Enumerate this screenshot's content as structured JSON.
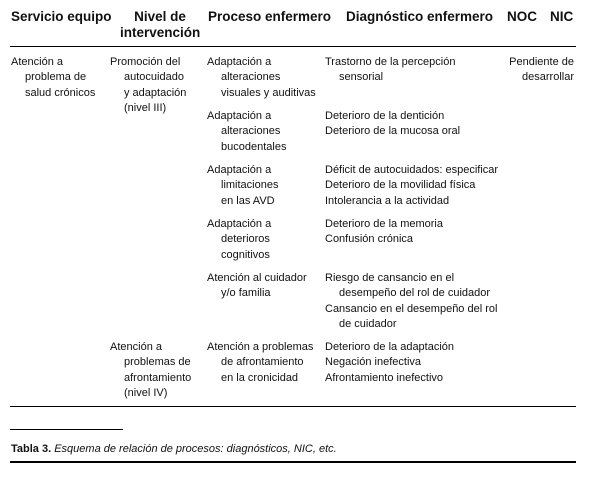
{
  "table": {
    "headers": {
      "servicio": "Servicio equipo",
      "nivel": [
        "Nivel de",
        "intervención"
      ],
      "proceso": "Proceso enfermero",
      "diagnostico": "Diagnóstico enfermero",
      "noc": "NOC",
      "nic": "NIC"
    },
    "servicio": [
      "Atención a",
      "problema de",
      "salud crónicos"
    ],
    "noc_nic": [
      "Pendiente de",
      "desarrollar"
    ],
    "nivel": [
      [
        "Promoción del",
        "autocuidado",
        "y adaptación",
        "(nivel III)"
      ],
      [
        "Atención a",
        "problemas de",
        "afrontamiento",
        "(nivel IV)"
      ]
    ],
    "proceso": [
      [
        "Adaptación a",
        "alteraciones",
        "visuales y auditivas"
      ],
      [
        "Adaptación a",
        "alteraciones",
        "bucodentales"
      ],
      [
        "Adaptación a",
        "limitaciones",
        "en las AVD"
      ],
      [
        "Adaptación a",
        "deterioros",
        "cognitivos"
      ],
      [
        "Atención al cuidador",
        "y/o familia"
      ],
      [
        "Atención a problemas",
        "de afrontamiento",
        "en la cronicidad"
      ]
    ],
    "diagnostico": [
      [
        [
          "Trastorno de la percepción",
          "sensorial"
        ]
      ],
      [
        [
          "Deterioro de la dentición"
        ],
        [
          "Deterioro de la mucosa oral"
        ]
      ],
      [
        [
          "Déficit de autocuidados: especificar"
        ],
        [
          "Deterioro de la movilidad física"
        ],
        [
          "Intolerancia a la actividad"
        ]
      ],
      [
        [
          "Deterioro de la memoria"
        ],
        [
          "Confusión crónica"
        ]
      ],
      [
        [
          "Riesgo de cansancio en el",
          "desempeño del rol de cuidador"
        ],
        [
          "Cansancio en el desempeño del rol",
          "de cuidador"
        ]
      ],
      [
        [
          "Deterioro de la adaptación"
        ],
        [
          "Negación inefectiva"
        ],
        [
          "Afrontamiento inefectivo"
        ]
      ]
    ]
  },
  "caption": {
    "label": "Tabla 3.",
    "text": "Esquema de relación de procesos: diagnósticos, NIC, etc."
  }
}
